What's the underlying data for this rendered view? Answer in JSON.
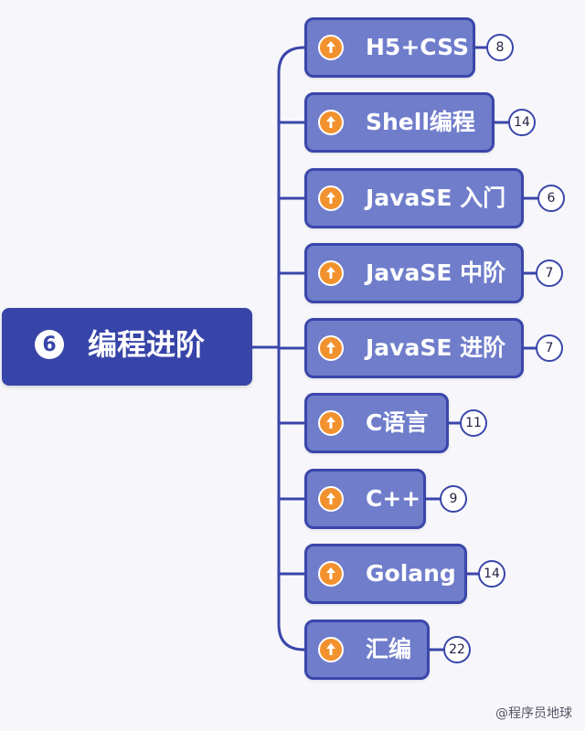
{
  "root": {
    "number": "6",
    "label": "编程进阶"
  },
  "topics": [
    {
      "label": "H5+CSS",
      "count": "8"
    },
    {
      "label": "Shell编程",
      "count": "14"
    },
    {
      "label": "JavaSE 入门",
      "count": "6"
    },
    {
      "label": "JavaSE 中阶",
      "count": "7"
    },
    {
      "label": "JavaSE 进阶",
      "count": "7"
    },
    {
      "label": "C语言",
      "count": "11"
    },
    {
      "label": "C++",
      "count": "9"
    },
    {
      "label": "Golang",
      "count": "14"
    },
    {
      "label": "汇编",
      "count": "22"
    }
  ],
  "watermark": "@程序员地球",
  "colors": {
    "root_bg": "#3744a8",
    "node_bg": "#6f7dcb",
    "node_border": "#3a46aa",
    "icon_bg": "#f2922e"
  },
  "icons": {
    "root_badge": "circled-number-icon",
    "topic": "upload-arrow-icon"
  }
}
